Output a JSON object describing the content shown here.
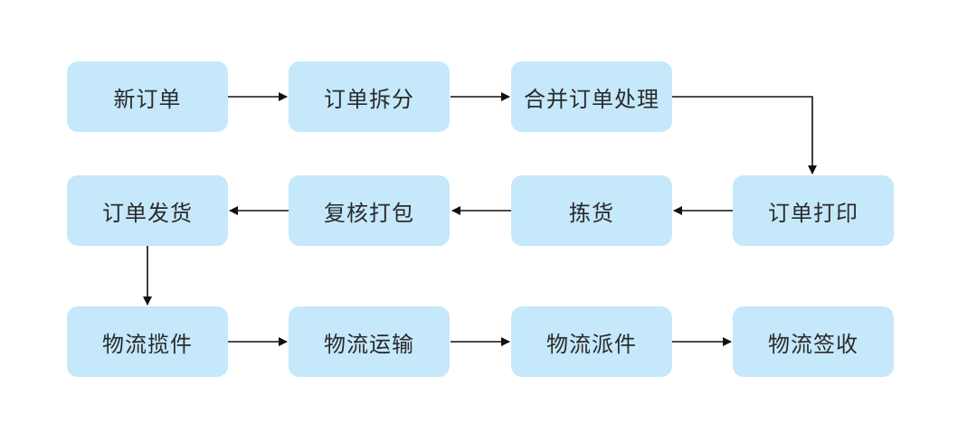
{
  "colors": {
    "node_fill": "#c5e8fb",
    "text": "#2a2a2a",
    "arrow": "#111111"
  },
  "nodes": [
    {
      "id": "new-order",
      "label": "新订单"
    },
    {
      "id": "order-split",
      "label": "订单拆分"
    },
    {
      "id": "merge-order",
      "label": "合并订单处理"
    },
    {
      "id": "order-print",
      "label": "订单打印"
    },
    {
      "id": "picking",
      "label": "拣货"
    },
    {
      "id": "review-pack",
      "label": "复核打包"
    },
    {
      "id": "order-ship",
      "label": "订单发货"
    },
    {
      "id": "logistics-pickup",
      "label": "物流揽件"
    },
    {
      "id": "logistics-transport",
      "label": "物流运输"
    },
    {
      "id": "logistics-dispatch",
      "label": "物流派件"
    },
    {
      "id": "logistics-sign",
      "label": "物流签收"
    }
  ],
  "edges": [
    {
      "from": "new-order",
      "to": "order-split"
    },
    {
      "from": "order-split",
      "to": "merge-order"
    },
    {
      "from": "merge-order",
      "to": "order-print"
    },
    {
      "from": "order-print",
      "to": "picking"
    },
    {
      "from": "picking",
      "to": "review-pack"
    },
    {
      "from": "review-pack",
      "to": "order-ship"
    },
    {
      "from": "order-ship",
      "to": "logistics-pickup"
    },
    {
      "from": "logistics-pickup",
      "to": "logistics-transport"
    },
    {
      "from": "logistics-transport",
      "to": "logistics-dispatch"
    },
    {
      "from": "logistics-dispatch",
      "to": "logistics-sign"
    }
  ]
}
